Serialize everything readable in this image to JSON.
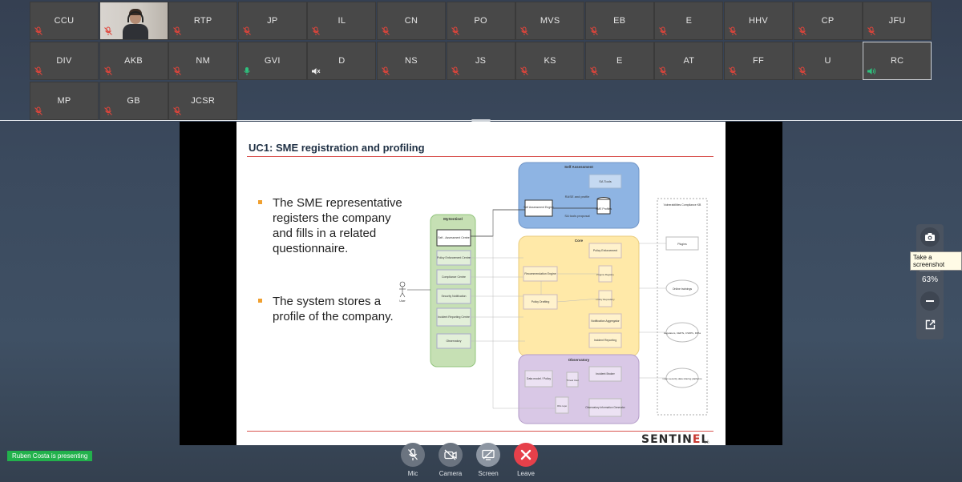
{
  "participants": [
    {
      "initials": "CCU",
      "mic": "muted"
    },
    {
      "initials": "",
      "mic": "muted",
      "video": true
    },
    {
      "initials": "RTP",
      "mic": "muted"
    },
    {
      "initials": "JP",
      "mic": "muted"
    },
    {
      "initials": "IL",
      "mic": "muted"
    },
    {
      "initials": "CN",
      "mic": "muted"
    },
    {
      "initials": "PO",
      "mic": "muted"
    },
    {
      "initials": "MVS",
      "mic": "muted"
    },
    {
      "initials": "EB",
      "mic": "muted"
    },
    {
      "initials": "E",
      "mic": "muted"
    },
    {
      "initials": "HHV",
      "mic": "muted"
    },
    {
      "initials": "CP",
      "mic": "muted"
    },
    {
      "initials": "JFU",
      "mic": "muted"
    },
    {
      "initials": "DIV",
      "mic": "muted"
    },
    {
      "initials": "AKB",
      "mic": "muted"
    },
    {
      "initials": "NM",
      "mic": "muted"
    },
    {
      "initials": "GVI",
      "mic": "on"
    },
    {
      "initials": "D",
      "mic": "speaker-off"
    },
    {
      "initials": "NS",
      "mic": "muted"
    },
    {
      "initials": "JS",
      "mic": "muted"
    },
    {
      "initials": "KS",
      "mic": "muted"
    },
    {
      "initials": "E",
      "mic": "muted"
    },
    {
      "initials": "AT",
      "mic": "muted"
    },
    {
      "initials": "FF",
      "mic": "muted"
    },
    {
      "initials": "U",
      "mic": "muted"
    },
    {
      "initials": "RC",
      "mic": "speaking",
      "active": true
    },
    {
      "initials": "MP",
      "mic": "muted"
    },
    {
      "initials": "GB",
      "mic": "muted"
    },
    {
      "initials": "JCSR",
      "mic": "muted"
    }
  ],
  "slide": {
    "title": "UC1: SME registration and profiling",
    "bullet1": "The SME representative registers the company and fills in a related questionnaire.",
    "bullet2": "The system stores a profile of the company.",
    "logo_prefix": "S",
    "logo_text": "ENTIN",
    "logo_mark": "E",
    "logo_suffix": "L",
    "page_number": "16",
    "diagram": {
      "self_assessment": "Self Assessment",
      "sa_tools": "SA Tools",
      "rase_profile": "RASE and profile",
      "sa_engine": "Self Assessment Engine",
      "sa_tools_proposal": "SA tools proposal",
      "sme_profiles": "SME Profiles",
      "mysentinel": "MySentinel",
      "self_assessment_centre": "Self - Assessment Centre",
      "policy_enforcement_centre": "Policy Enforcement Centre",
      "compliance_centre": "Compliance Centre",
      "security_notification": "Security Notification",
      "incident_reporting_centre": "Incident Reporting Centre",
      "observatory_ms": "Observatory",
      "core": "Core",
      "policy_enforcement": "Policy Enforcement",
      "recommendation_engine": "Recommendation Engine",
      "plugins_registry": "Plugins Registry",
      "policy_drafting": "Policy Drafting",
      "policy_repo": "Policy Repository",
      "notification_aggregator": "Notification Aggregator",
      "incident_reporting": "Incident Reporting",
      "observatory": "Observatory",
      "data_model": "Data model / Policy",
      "threat_intel": "Threat Intel",
      "incident_broker": "Incident Broker",
      "obs_repo": "Obs repo",
      "obs_info": "Observatory Information Generator",
      "vulnerabilities_kb": "Vulnerabilities Compliance KB",
      "plugins": "Plugins",
      "online_trainings": "Online trainings",
      "regulators": "Regulators, CERTs, CSIRTs, DPAs",
      "open_security": "Open security data sharing platforms",
      "user": "User"
    }
  },
  "zoom": {
    "value": "63%",
    "tooltip": "Take a screenshot"
  },
  "presenting_text": "Ruben Costa is presenting",
  "controls": {
    "mic": "Mic",
    "camera": "Camera",
    "screen": "Screen",
    "leave": "Leave"
  },
  "colors": {
    "muted_icon": "#e0453b",
    "speaking_icon": "#2ec27e",
    "leave_button": "#e6404a",
    "control_button": "#6b7480",
    "presenting_badge": "#22b14c"
  }
}
